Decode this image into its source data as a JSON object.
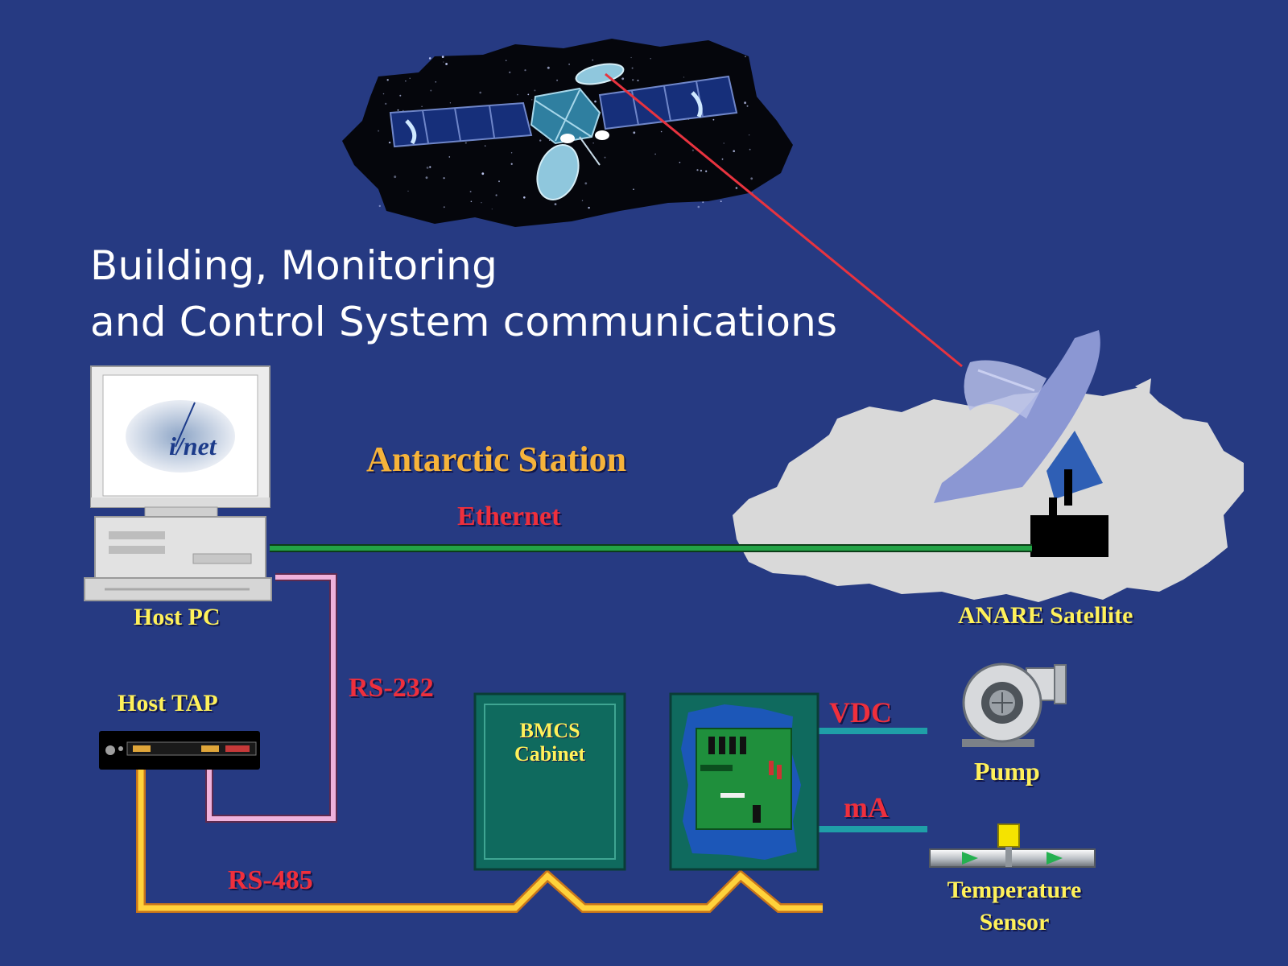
{
  "title": {
    "line1": "Building, Monitoring",
    "line2": "and Control System communications"
  },
  "labels": {
    "antarctic_station": "Antarctic Station",
    "ethernet": "Ethernet",
    "host_pc": "Host PC",
    "anare_satellite": "ANARE Satellite",
    "host_tap": "Host TAP",
    "rs232": "RS-232",
    "rs485": "RS-485",
    "bmcs_cabinet_line1": "BMCS",
    "bmcs_cabinet_line2": "Cabinet",
    "vdc": "VDC",
    "ma": "mA",
    "pump": "Pump",
    "temp_sensor_line1": "Temperature",
    "temp_sensor_line2": "Sensor"
  },
  "monitor_logo": "i/net",
  "colors": {
    "background": "#263a82",
    "ethernet_link": "#1f8f3a",
    "rs232_link": "#e9a9d4",
    "rs485_link": "#f7c531",
    "satellite_link": "#e8333f",
    "signal_link": "#1f9fa8",
    "label_yellow": "#fff15a",
    "label_red": "#ef2f3c",
    "label_orange": "#f6b33a"
  }
}
